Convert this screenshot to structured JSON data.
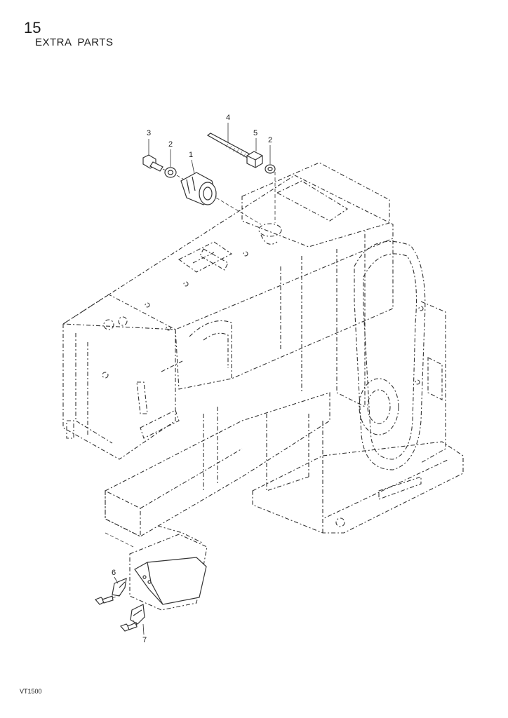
{
  "header": {
    "page_number": "15",
    "section_title": "EXTRA PARTS"
  },
  "footer": {
    "drawing_code": "VT1500"
  },
  "callouts": [
    {
      "id": "c3",
      "label": "3"
    },
    {
      "id": "c2a",
      "label": "2"
    },
    {
      "id": "c1",
      "label": "1"
    },
    {
      "id": "c4",
      "label": "4"
    },
    {
      "id": "c5",
      "label": "5"
    },
    {
      "id": "c2b",
      "label": "2"
    },
    {
      "id": "c6",
      "label": "6"
    },
    {
      "id": "c7",
      "label": "7"
    }
  ],
  "colors": {
    "line": "#333333",
    "text": "#1a1a1a",
    "background": "#ffffff"
  }
}
